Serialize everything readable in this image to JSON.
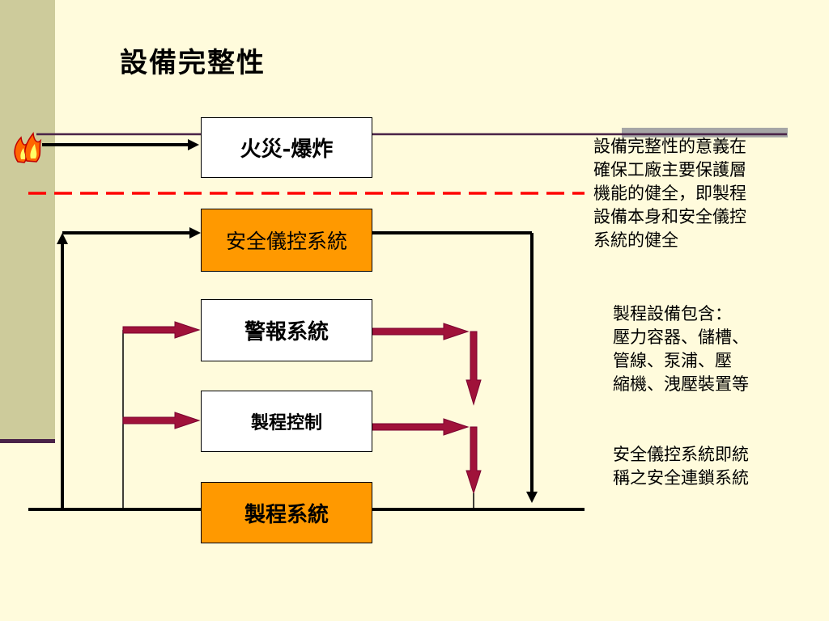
{
  "title": "設備完整性",
  "boxes": {
    "fire_explosion": "火災-爆炸",
    "sis": "安全儀控系統",
    "alarm": "警報系統",
    "process_control": "製程控制",
    "process_system": "製程系統"
  },
  "notes": {
    "integrity_meaning": [
      "設備完整性的意義在",
      "確保工廠主要保護層",
      "機能的健全，即製程",
      "設備本身和安全儀控",
      "系統的健全"
    ],
    "process_equipment": [
      "製程設備包含：",
      "壓力容器、儲槽、",
      "管線、泵浦、壓",
      "縮機、洩壓裝置等"
    ],
    "sis_alias": [
      "安全儀控系統即統",
      "稱之安全連鎖系統"
    ]
  },
  "icons": {
    "fire": "fire-icon"
  },
  "colors": {
    "background": "#FFFBDC",
    "left_band": "#CDCB9B",
    "sis_box": "#FF9900",
    "process_box": "#FF9900",
    "dashed_line": "#FF0000",
    "red_arrows": "#A0123A"
  }
}
